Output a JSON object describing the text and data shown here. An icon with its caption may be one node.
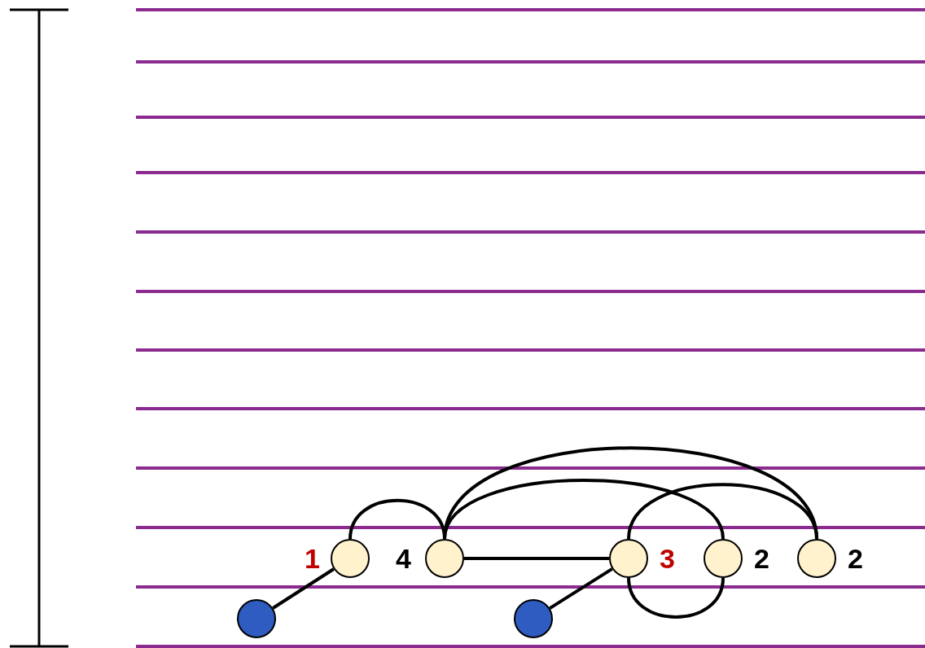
{
  "diagram": {
    "nodes": [
      {
        "text": [],
        "shape": "circle",
        "beside": [
          "1"
        ]
      },
      {
        "text": [],
        "shape": "circle",
        "beside": [
          "4"
        ]
      },
      {
        "text": [],
        "shape": "circle",
        "beside": [
          "3"
        ]
      },
      {
        "text": [],
        "shape": "circle",
        "beside": [
          "2"
        ]
      },
      {
        "text": [],
        "shape": "circle",
        "beside": [
          "2"
        ]
      },
      {
        "text": [],
        "shape": "circle"
      },
      {
        "text": [],
        "shape": "circle"
      }
    ],
    "edges": [
      {
        "from": 0,
        "to": 1,
        "arrow": "none"
      },
      {
        "from": 1,
        "to": 4,
        "arrow": "none"
      },
      {
        "from": 1,
        "to": 3,
        "arrow": "none"
      },
      {
        "from": 2,
        "to": 4,
        "arrow": "none"
      },
      {
        "from": 1,
        "to": 2,
        "arrow": "none"
      },
      {
        "from": 2,
        "to": 3,
        "arrow": "none"
      },
      {
        "from": 5,
        "to": 0,
        "arrow": "none"
      },
      {
        "from": 6,
        "to": 2,
        "arrow": "none"
      }
    ]
  }
}
